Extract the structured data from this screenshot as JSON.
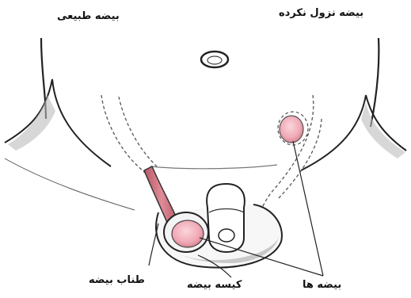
{
  "labels": {
    "normal_testis": "بیضه طبیعی",
    "undescended_testis": "بیضه نزول نکرده",
    "spermatic_cord": "طناب بیضه",
    "scrotum": "کیسه بیضه",
    "testes": "بیضه ها"
  },
  "colors": {
    "line": "#222222",
    "testis_fill": "#f3b8c2",
    "testis_fill_dark": "#e495a5",
    "cord_fill": "#d9737f",
    "shading": "#9a9a9a",
    "background": "#ffffff"
  }
}
